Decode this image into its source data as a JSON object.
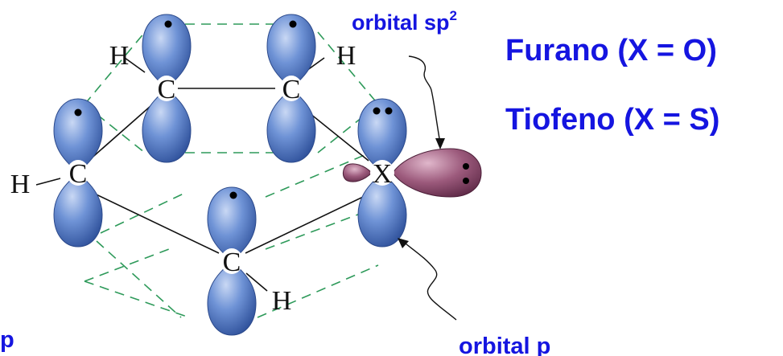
{
  "labels": {
    "orbital_sp2_prefix": "orbital sp",
    "orbital_sp2_sup": "2",
    "orbital_p": "orbital p",
    "cut_p": "p",
    "furano": "Furano (X = O)",
    "tiofeno": "Tiofeno (X = S)"
  },
  "atoms": {
    "c_top_left": "C",
    "c_top_right": "C",
    "c_left": "C",
    "c_bottom": "C",
    "x": "X",
    "h_top_left": "H",
    "h_top_right": "H",
    "h_left": "H",
    "h_bottom": "H"
  },
  "colors": {
    "orbital_blue": "#4e76c4",
    "orbital_sp2": "#8e4a6c",
    "label_blue": "#1515e0",
    "dashed_green": "#2e9a5a"
  }
}
